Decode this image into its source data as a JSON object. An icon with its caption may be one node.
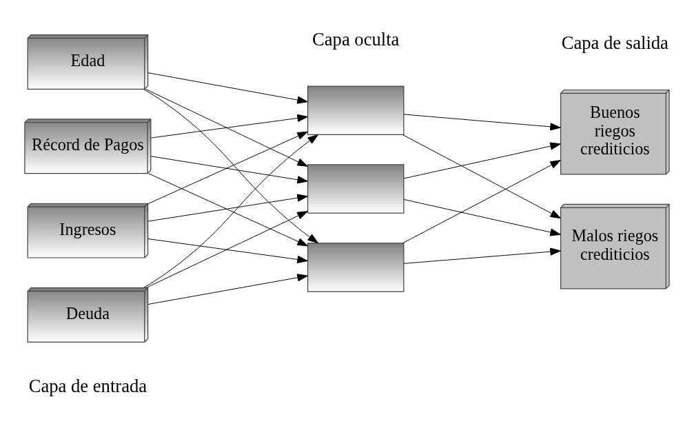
{
  "diagram": {
    "nodes": [
      {
        "text": [
          "Ingresos"
        ]
      },
      {
        "text": [
          "Deuda"
        ]
      },
      {
        "text": [
          "Edad"
        ]
      },
      {
        "text": [
          "Récord de Pagos"
        ]
      },
      {
        "text": [],
        "shape": "box"
      },
      {
        "text": [],
        "shape": "box"
      },
      {
        "text": [],
        "shape": "box"
      },
      {
        "text": [
          "Buenos riegos crediticios"
        ]
      },
      {
        "text": [
          "Malos riegos crediticios"
        ]
      }
    ],
    "edges": [
      {
        "from": 0,
        "to": 4,
        "arrow": "to"
      },
      {
        "from": 0,
        "to": 5,
        "arrow": "to"
      },
      {
        "from": 0,
        "to": 6,
        "arrow": "to"
      },
      {
        "from": 1,
        "to": 4,
        "arrow": "to"
      },
      {
        "from": 1,
        "to": 5,
        "arrow": "to"
      },
      {
        "from": 1,
        "to": 6,
        "arrow": "to"
      },
      {
        "from": 2,
        "to": 4,
        "arrow": "to"
      },
      {
        "from": 2,
        "to": 5,
        "arrow": "to"
      },
      {
        "from": 2,
        "to": 6,
        "arrow": "to"
      },
      {
        "from": 3,
        "to": 4,
        "arrow": "to"
      },
      {
        "from": 3,
        "to": 5,
        "arrow": "to"
      },
      {
        "from": 3,
        "to": 6,
        "arrow": "to"
      },
      {
        "from": 4,
        "to": 7,
        "arrow": "to"
      },
      {
        "from": 4,
        "to": 8,
        "arrow": "to"
      },
      {
        "from": 5,
        "to": 7,
        "arrow": "to"
      },
      {
        "from": 5,
        "to": 8,
        "arrow": "to"
      },
      {
        "from": 6,
        "to": 7,
        "arrow": "to"
      },
      {
        "from": 6,
        "to": 8,
        "arrow": "to"
      }
    ],
    "labels": [
      "Capa de entrada",
      "Capa oculta",
      "Capa de salida"
    ]
  }
}
